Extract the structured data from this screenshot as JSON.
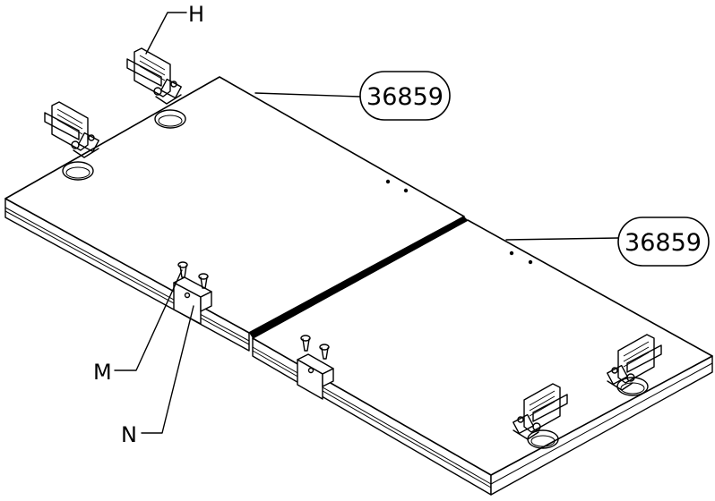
{
  "callouts": {
    "part_top": "36859",
    "part_bottom": "36859"
  },
  "letters": {
    "hinge": "H",
    "screw": "M",
    "connector": "N"
  }
}
